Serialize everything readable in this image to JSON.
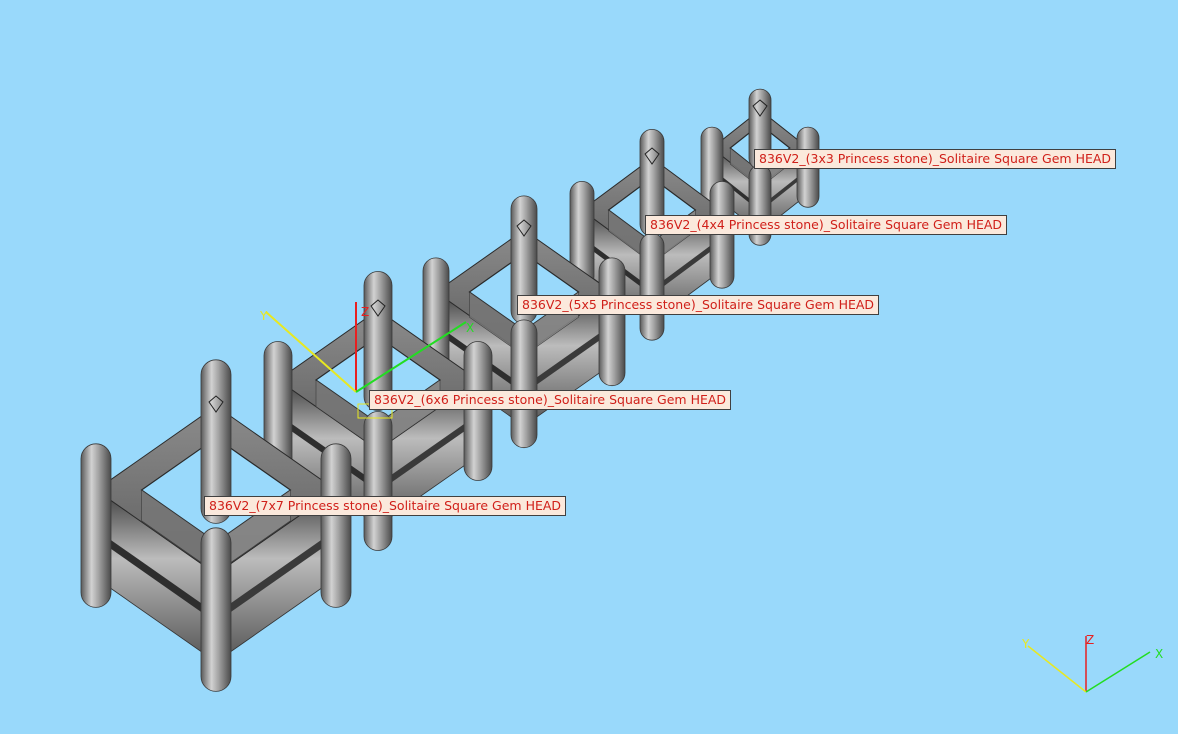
{
  "viewport": {
    "background": "#99d9fb",
    "labels": [
      "836V2_(3x3 Princess stone)_Solitaire Square Gem HEAD",
      "836V2_(4x4 Princess stone)_Solitaire Square Gem HEAD",
      "836V2_(5x5 Princess stone)_Solitaire Square Gem HEAD",
      "836V2_(6x6 Princess stone)_Solitaire Square Gem HEAD",
      "836V2_(7x7 Princess stone)_Solitaire Square Gem HEAD"
    ],
    "label_text_color": "#d0201a",
    "label_bg_color": "#fbe9dc"
  },
  "gizmo": {
    "x_label": "X",
    "y_label": "Y",
    "z_label": "Z",
    "x_color": "#22dd22",
    "y_color": "#e8e820",
    "z_color": "#e82020"
  },
  "triad": {
    "x_label": "X",
    "y_label": "Y",
    "z_label": "Z"
  },
  "icons": [
    "gem-head-model",
    "world-axis-triad-icon",
    "gumball-gizmo-icon"
  ]
}
